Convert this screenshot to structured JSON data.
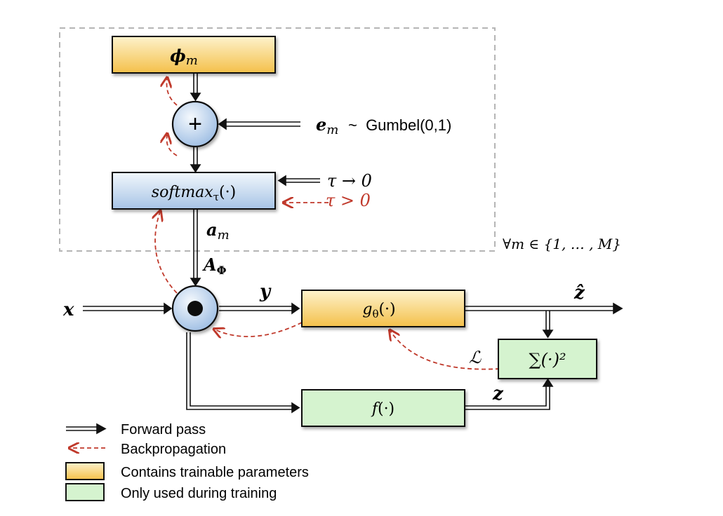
{
  "boxes": {
    "phi": "ϕ",
    "phi_sub": "m",
    "softmax": "softmax",
    "softmax_sub": "τ",
    "softmax_arg": "(·)",
    "g": "g",
    "g_sub": "θ",
    "g_arg": "(·)",
    "f": "f",
    "f_arg": "(·)",
    "loss_box": "∑(·)²"
  },
  "operators": {
    "plus": "+",
    "hadamard": "•"
  },
  "labels": {
    "e": "e",
    "e_sub": "m",
    "gumbel": "~  Gumbel(0,1)",
    "tau_to_zero": "τ → 0",
    "tau_pos": "τ > 0",
    "a": "a",
    "a_sub": "m",
    "A": "A",
    "A_sub": "Φ",
    "x": "x",
    "y": "y",
    "zhat": "ẑ",
    "z": "z",
    "loss": "ℒ",
    "forall": "∀m ∈ {1, … , M}"
  },
  "legend": [
    {
      "text": "Forward pass"
    },
    {
      "text": "Backpropagation"
    },
    {
      "text": "Contains trainable parameters"
    },
    {
      "text": "Only used during training"
    }
  ],
  "colors": {
    "trainable_top": "#fdf0c2",
    "trainable_bottom": "#f6c44a",
    "softmax_top": "#eef4fb",
    "softmax_bottom": "#a9c6e8",
    "training_only": "#d7f5d2",
    "backprop": "#c0392b",
    "outline": "#222222",
    "dashed_box": "#b0b0b0"
  }
}
